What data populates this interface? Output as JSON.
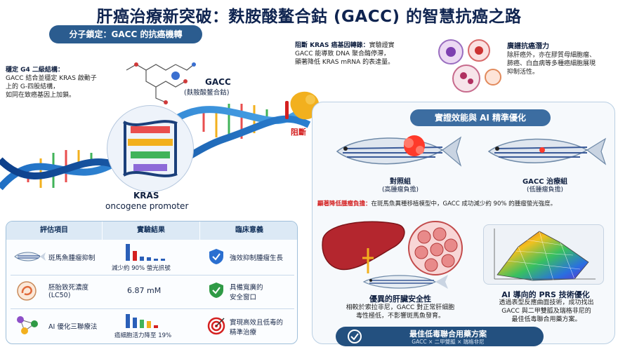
{
  "title": "肝癌治療新突破：麩胺酸鳌合鈷 (GACC) 的智慧抗癌之路",
  "left": {
    "section_pill": "分子鎖定：GACC 的抗癌機轉",
    "g4_heading": "穩定 G4 二級結構：",
    "g4_lines": [
      "GACC 結合並穩定 KRAS 啟動子",
      "上的 G-四股結構，",
      "如同在致癌基因上加鎖。"
    ],
    "gacc_label": "GACC",
    "gacc_sub": "(麩胺酸鳌合鈷)",
    "block_label": "阻斷",
    "kras_label": "KRAS",
    "kras_sub": "oncogene promoter"
  },
  "middle": {
    "heading": "阻斷 KRAS 癌基因轉錄：",
    "heading_tail": "實驗證實",
    "lines": [
      "GACC 能導致 DNA 聚合酶停滯，",
      "顯著降低 KRAS mRNA 的表達量。"
    ]
  },
  "broad": {
    "heading": "廣譜抗癌潛力",
    "lines": [
      "除肝癌外，亦在膠質母細胞瘤、",
      "肺癌、白血病等多種癌細胞展現",
      "抑制活性。"
    ]
  },
  "right": {
    "section_pill": "實證效能與 AI 精準優化",
    "control_label": "對照組",
    "control_sub": "(高腫瘤負擔)",
    "treat_label": "GACC 治療組",
    "treat_sub": "(低腫瘤負擔)",
    "finding_highlight": "顯著降低腫瘤負擔：",
    "finding_text": "在斑馬魚異種移植模型中，GACC 成功減少約 90% 的腫瘤螢光強度。",
    "liver_heading": "優異的肝臟安全性",
    "liver_lines": [
      "相較於索拉非尼，GACC 對正常肝細胞",
      "毒性極低，不影響斑馬魚發育。"
    ],
    "ai_heading": "AI 導向的 PRS 技術優化",
    "ai_lines": [
      "透過表型反應曲面技術，成功找出",
      "GACC 與二甲雙胍及瑞格非尼的",
      "最佳低毒聯合用藥方案。"
    ],
    "bottom_pill": "最佳低毒聯合用藥方案",
    "bottom_sub": "GACC × 二甲雙胍 × 瑞格非尼"
  },
  "table": {
    "headers": [
      "評估項目",
      "實驗結果",
      "臨床意義"
    ],
    "rows": [
      {
        "item": "斑馬魚腫瘤抑制",
        "result": "減少約 90% 螢光訊號",
        "meaning": [
          "強效抑制腫瘤生長"
        ]
      },
      {
        "item": "胚胎致死濃度",
        "item2": "(LC50)",
        "result": "6.87 mM",
        "meaning": [
          "具備寬廣的",
          "安全窗口"
        ]
      },
      {
        "item": "AI 優化三聯療法",
        "result": "癌細胞活力降至 19%",
        "meaning": [
          "實現高效且低毒的",
          "精準治療"
        ]
      }
    ]
  },
  "colors": {
    "navy": "#0f2450",
    "accent_blue": "#2b5c8f",
    "alert_red": "#d42020",
    "gold": "#f2b01e",
    "green": "#2f9a45"
  }
}
